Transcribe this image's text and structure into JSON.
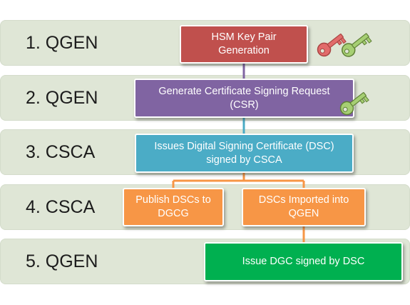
{
  "colors": {
    "band": "#dfe6d6",
    "red": "#c0504d",
    "purple": "#8064a2",
    "blue": "#4bacc6",
    "orange": "#f79646",
    "green": "#00b050",
    "key_red": "#e26b6b",
    "key_green": "#a6cf73"
  },
  "steps": [
    {
      "label": "1. QGEN"
    },
    {
      "label": "2. QGEN"
    },
    {
      "label": "3. CSCA"
    },
    {
      "label": "4. CSCA"
    },
    {
      "label": "5. QGEN"
    }
  ],
  "boxes": {
    "hsm": "HSM Key Pair\nGeneration",
    "csr": "Generate Certificate Signing Request\n(CSR)",
    "dsc": "Issues Digital Signing Certificate (DSC)\nsigned by CSCA",
    "publish": "Publish DSCs to\nDGCG",
    "imported": "DSCs Imported into\nQGEN",
    "issue": "Issue DGC signed by DSC"
  },
  "icons": [
    "key-icon-red",
    "key-icon-green",
    "key-icon-green-small"
  ]
}
